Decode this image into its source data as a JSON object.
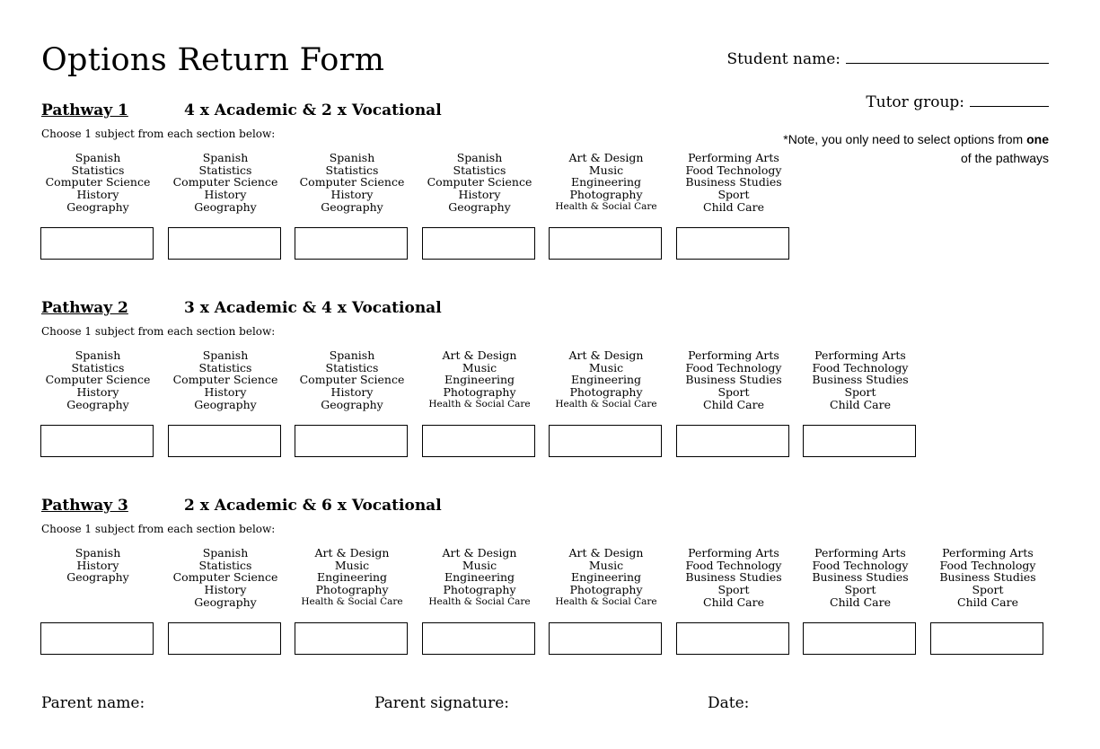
{
  "form": {
    "title": "Options Return Form",
    "student_name_label": "Student name:",
    "tutor_group_label": "Tutor group:",
    "note_prefix": "*Note, you only need to select options from ",
    "note_emphasis": "one",
    "note_suffix": " of the pathways"
  },
  "pathways": [
    {
      "title": "Pathway 1",
      "subtitle": "4 x Academic & 2 x Vocational",
      "instruction": "Choose 1 subject from each section below:",
      "columns": [
        [
          "Spanish",
          "Statistics",
          "Computer Science",
          "History",
          "Geography"
        ],
        [
          "Spanish",
          "Statistics",
          "Computer Science",
          "History",
          "Geography"
        ],
        [
          "Spanish",
          "Statistics",
          "Computer Science",
          "History",
          "Geography"
        ],
        [
          "Spanish",
          "Statistics",
          "Computer Science",
          "History",
          "Geography"
        ],
        [
          "Art & Design",
          "Music",
          "Engineering",
          "Photography",
          "Health & Social Care"
        ],
        [
          "Performing Arts",
          "Food Technology",
          "Business Studies",
          "Sport",
          "Child Care"
        ]
      ]
    },
    {
      "title": "Pathway 2",
      "subtitle": "3 x Academic & 4 x Vocational",
      "instruction": "Choose 1 subject from each section below:",
      "columns": [
        [
          "Spanish",
          "Statistics",
          "Computer Science",
          "History",
          "Geography"
        ],
        [
          "Spanish",
          "Statistics",
          "Computer Science",
          "History",
          "Geography"
        ],
        [
          "Spanish",
          "Statistics",
          "Computer Science",
          "History",
          "Geography"
        ],
        [
          "Art & Design",
          "Music",
          "Engineering",
          "Photography",
          "Health & Social Care"
        ],
        [
          "Art & Design",
          "Music",
          "Engineering",
          "Photography",
          "Health & Social Care"
        ],
        [
          "Performing Arts",
          "Food Technology",
          "Business Studies",
          "Sport",
          "Child Care"
        ],
        [
          "Performing Arts",
          "Food Technology",
          "Business Studies",
          "Sport",
          "Child Care"
        ]
      ]
    },
    {
      "title": "Pathway 3",
      "subtitle": "2 x Academic & 6 x Vocational",
      "instruction": "Choose 1 subject from each section below:",
      "columns": [
        [
          "Spanish",
          "History",
          "Geography"
        ],
        [
          "Spanish",
          "Statistics",
          "Computer Science",
          "History",
          "Geography"
        ],
        [
          "Art & Design",
          "Music",
          "Engineering",
          "Photography",
          "Health & Social Care"
        ],
        [
          "Art & Design",
          "Music",
          "Engineering",
          "Photography",
          "Health & Social Care"
        ],
        [
          "Art & Design",
          "Music",
          "Engineering",
          "Photography",
          "Health & Social Care"
        ],
        [
          "Performing Arts",
          "Food Technology",
          "Business Studies",
          "Sport",
          "Child Care"
        ],
        [
          "Performing Arts",
          "Food Technology",
          "Business Studies",
          "Sport",
          "Child Care"
        ],
        [
          "Performing Arts",
          "Food Technology",
          "Business Studies",
          "Sport",
          "Child Care"
        ]
      ]
    }
  ],
  "footer": {
    "parent_name_label": "Parent name:",
    "parent_signature_label": "Parent signature:",
    "date_label": "Date:"
  }
}
